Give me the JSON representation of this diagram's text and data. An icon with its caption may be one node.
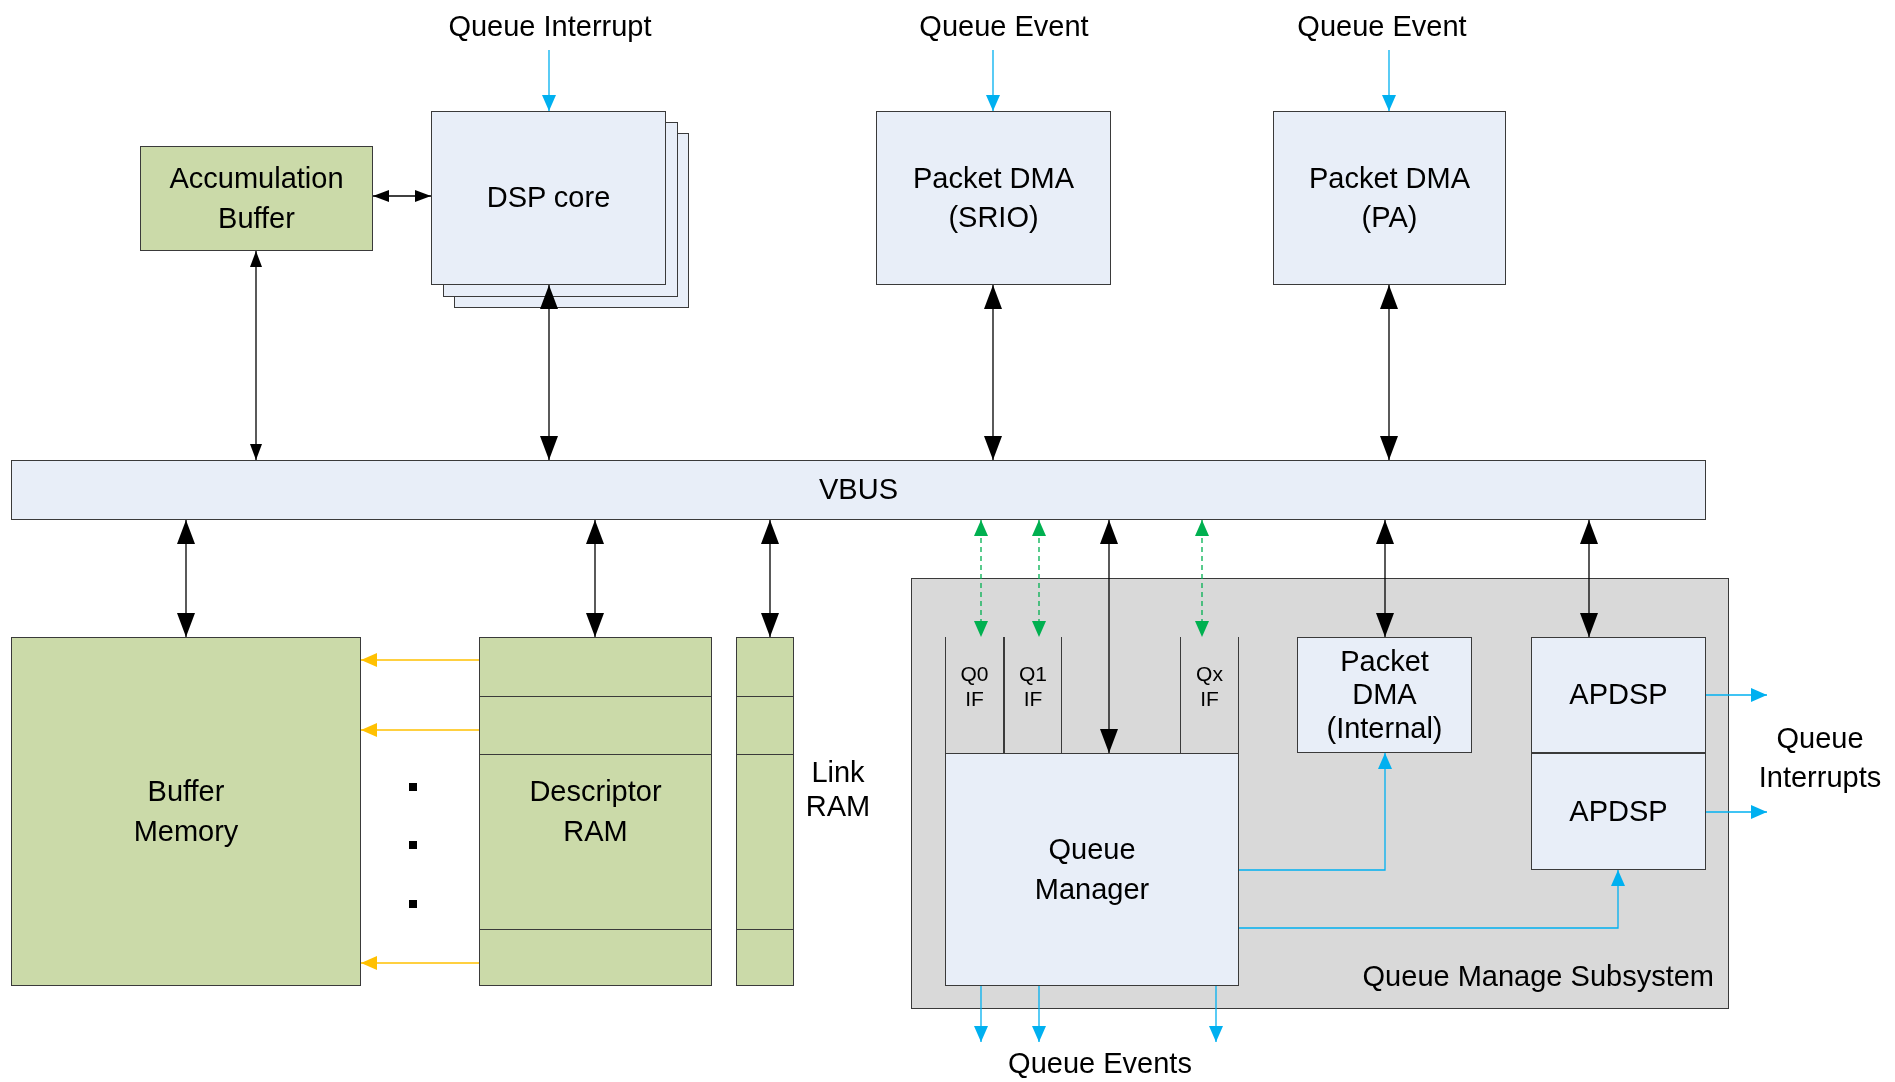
{
  "diagram": {
    "nodes": [
      {
        "text": [
          "Queue Interrupt"
        ]
      },
      {
        "text": [
          "Queue Event"
        ]
      },
      {
        "text": [
          "Queue Event"
        ]
      },
      {
        "text": [
          "Accumulation Buffer"
        ]
      },
      {
        "text": [
          "DSP core"
        ]
      },
      {
        "text": [
          "Packet DMA (SRIO)"
        ]
      },
      {
        "text": [
          "Packet DMA (PA)"
        ]
      },
      {
        "text": [
          "VBUS"
        ]
      },
      {
        "text": [
          "Buffer Memory"
        ]
      },
      {
        "text": [
          "Descriptor RAM"
        ]
      },
      {
        "text": [],
        "shape": "box",
        "beside": [
          "Link RAM"
        ]
      },
      {
        "text": [
          "Queue Manage Subsystem"
        ]
      },
      {
        "text": [
          "Q0 IF"
        ],
        "in": 11
      },
      {
        "text": [
          "Q1 IF"
        ],
        "in": 11
      },
      {
        "text": [
          "Qx IF"
        ],
        "in": 11
      },
      {
        "text": [
          "Queue Manager"
        ],
        "in": 11
      },
      {
        "text": [
          "Packet DMA (Internal)"
        ],
        "in": 11
      },
      {
        "text": [
          "APDSP"
        ],
        "in": 11
      },
      {
        "text": [
          "APDSP"
        ],
        "in": 11
      },
      {
        "text": [
          "Queue Interrupts"
        ]
      },
      {
        "text": [
          "Queue Events"
        ]
      }
    ],
    "edges": [
      {
        "from": 0,
        "to": 4,
        "arrow": "to",
        "color": "#00b0f0"
      },
      {
        "from": 1,
        "to": 5,
        "arrow": "to",
        "color": "#00b0f0"
      },
      {
        "from": 2,
        "to": 6,
        "arrow": "to",
        "color": "#00b0f0"
      },
      {
        "from": 3,
        "to": 4,
        "arrow": "both"
      },
      {
        "from": 3,
        "to": 7,
        "arrow": "both"
      },
      {
        "from": 4,
        "to": 7,
        "arrow": "both"
      },
      {
        "from": 5,
        "to": 7,
        "arrow": "both"
      },
      {
        "from": 6,
        "to": 7,
        "arrow": "both"
      },
      {
        "from": 7,
        "to": 8,
        "arrow": "both"
      },
      {
        "from": 7,
        "to": 9,
        "arrow": "both"
      },
      {
        "from": 7,
        "to": 10,
        "arrow": "both"
      },
      {
        "from": 7,
        "to": 12,
        "arrow": "both",
        "style": "dashed",
        "color": "#00b050"
      },
      {
        "from": 7,
        "to": 13,
        "arrow": "both",
        "style": "dashed",
        "color": "#00b050"
      },
      {
        "from": 7,
        "to": 15,
        "arrow": "both"
      },
      {
        "from": 7,
        "to": 14,
        "arrow": "both",
        "style": "dashed",
        "color": "#00b050"
      },
      {
        "from": 7,
        "to": 16,
        "arrow": "both"
      },
      {
        "from": 7,
        "to": 17,
        "arrow": "both"
      },
      {
        "from": 9,
        "to": 8,
        "arrow": "to",
        "color": "#ffc000"
      },
      {
        "from": 9,
        "to": 8,
        "arrow": "to",
        "color": "#ffc000"
      },
      {
        "from": 9,
        "to": 8,
        "arrow": "to",
        "color": "#ffc000"
      },
      {
        "from": 15,
        "to": 16,
        "arrow": "to",
        "color": "#00b0f0"
      },
      {
        "from": 15,
        "to": 18,
        "arrow": "to",
        "color": "#00b0f0"
      },
      {
        "from": 17,
        "to": 19,
        "arrow": "to",
        "color": "#00b0f0"
      },
      {
        "from": 18,
        "to": 19,
        "arrow": "to",
        "color": "#00b0f0"
      },
      {
        "from": 15,
        "to": 20,
        "arrow": "to",
        "color": "#00b0f0"
      },
      {
        "from": 15,
        "to": 20,
        "arrow": "to",
        "color": "#00b0f0"
      },
      {
        "from": 15,
        "to": 20,
        "arrow": "to",
        "color": "#00b0f0"
      }
    ]
  }
}
